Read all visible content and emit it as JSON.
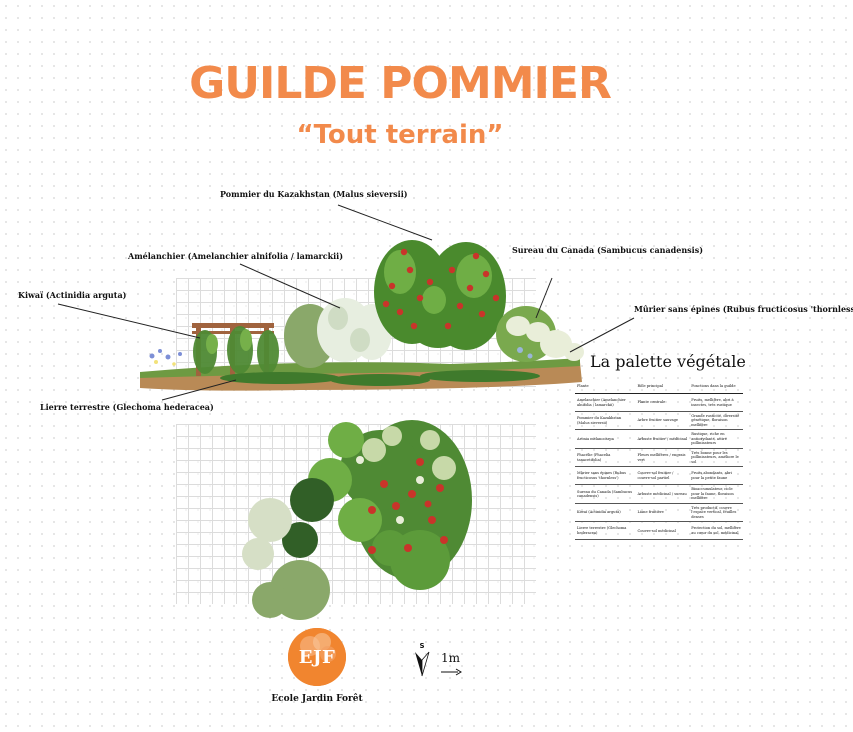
{
  "header": {
    "title": "GUILDE POMMIER",
    "subtitle": "“Tout terrain”"
  },
  "labels": {
    "pommier": "Pommier du Kazakhstan (Malus sieversii)",
    "amelanchier": "Amélanchier (Amelanchier alnifolia / lamarckii)",
    "sureau": "Sureau du Canada (Sambucus canadensis)",
    "kiwai": "Kiwaï (Actinidia arguta)",
    "murier": "Mûrier sans épines (Rubus fructicosus 'thornless')",
    "lierre": "Lierre terrestre (Glechoma hederacea)"
  },
  "palette": {
    "title": "La palette végétale",
    "columns": [
      "Plante",
      "Rôle principal",
      "Fonctions dans la guilde"
    ],
    "rows": [
      [
        "Amelanchier (Amelanchier alnifolia / lamarckii)",
        "Plante centrale",
        "Fruits, mellifère, abri à insectes, très rustique"
      ],
      [
        "Pommier du Kazakhstan (Malus sieversii)",
        "Arbre fruitier sauvage",
        "Grande rusticité, diversité génétique, floraison mellifère"
      ],
      [
        "Aronia melanocarpa",
        "Arbuste fruitier / médicinal",
        "Rustique, riche en antioxydants, attire pollinisateurs"
      ],
      [
        "Phacélie (Phacelia tanacetifolia)",
        "Fleurs mellifères / engrais vert",
        "Très bonne pour les pollinisateurs, améliore le sol"
      ],
      [
        "Mûrier sans épines (Rubus fructicosus 'thornless')",
        "Couvre-sol fruitier / couvre-sol partiel",
        "Fruits abondants, abri pour la petite faune"
      ],
      [
        "Sureau du Canada (Sambucus canadensis)",
        "Arbuste médicinal / sureau",
        "Bioaccumulateur, cicle pour la faune, floraison mellifère"
      ],
      [
        "Kiwaï (Actinidia arguta)",
        "Liane fruitière",
        "Très productif, couvre l'espace vertical, feuilles denses"
      ],
      [
        "Lierre terrestre (Glechoma hederacea)",
        "Couvre-sol médicinal",
        "Protection du sol, mellifère au cœur du sol, médicinal"
      ]
    ]
  },
  "branding": {
    "logo_text": "EJF",
    "school_name": "Ecole Jardin Forêt",
    "scale_label": "1m",
    "north_letter": "S",
    "orange": "#f28a4b"
  }
}
